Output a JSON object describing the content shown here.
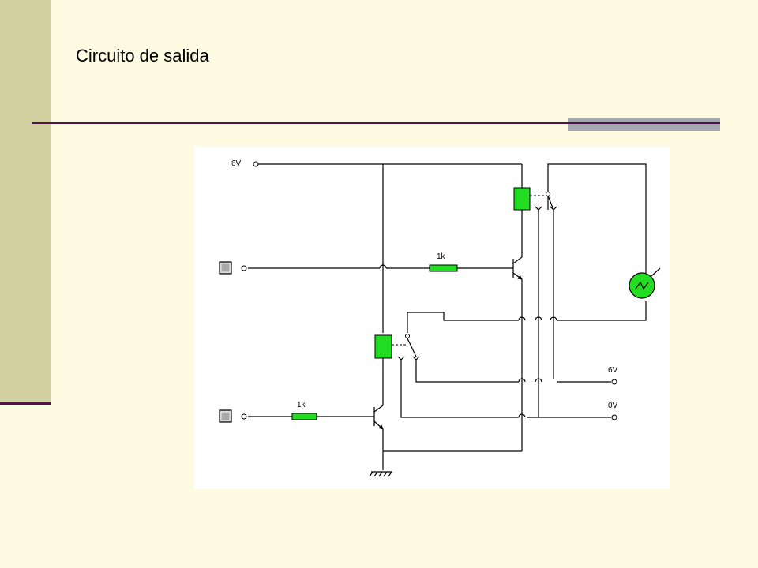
{
  "slide": {
    "title": "Circuito de salida"
  },
  "schematic": {
    "labels": {
      "supply_top": "6V",
      "resistor_top": "1k",
      "resistor_bottom": "1k",
      "output_6v": "6V",
      "output_0v": "0V"
    },
    "colors": {
      "component": "#22dd22",
      "wire": "#000000"
    }
  }
}
